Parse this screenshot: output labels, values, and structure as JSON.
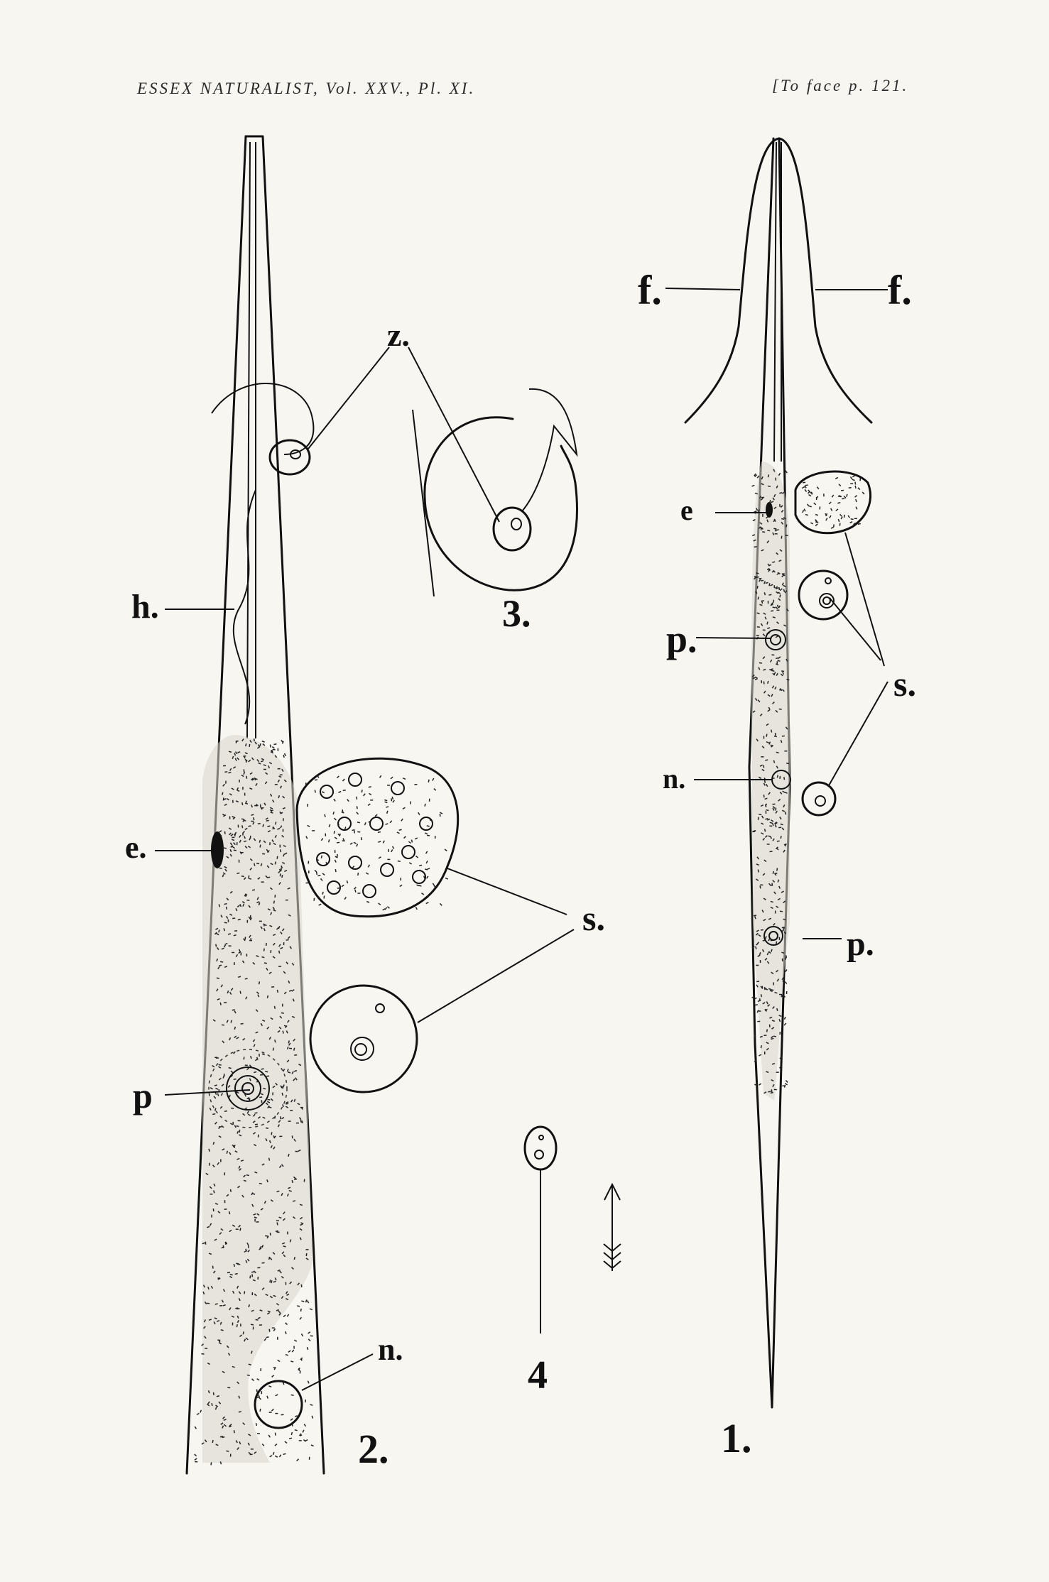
{
  "header": {
    "left": "ESSEX NATURALIST, Vol. XXV., Pl. XI.",
    "right": "[To face p. 121."
  },
  "figures": [
    {
      "number": "1.",
      "labels": [
        "f.",
        "f.",
        "e",
        "p.",
        "n.",
        "s.",
        "p."
      ]
    },
    {
      "number": "2.",
      "labels": [
        "z.",
        "h.",
        "e.",
        "s.",
        "p",
        "n."
      ]
    },
    {
      "number": "3.",
      "labels": []
    },
    {
      "number": "4",
      "labels": []
    }
  ],
  "colors": {
    "paper": "#f7f6f1",
    "ink": "#111111"
  }
}
